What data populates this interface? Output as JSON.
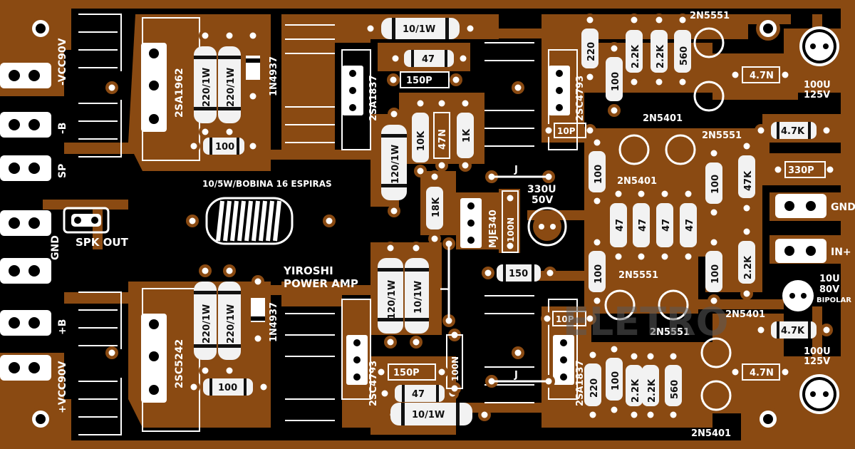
{
  "board": {
    "title_line1": "YIROSHI",
    "title_line2": "POWER AMP",
    "coil_label": "10/5W/BOBINA 16 ESPIRAS",
    "connectors": {
      "vcc_neg": "-VCC90V",
      "b_neg": "-B",
      "sp": "SP",
      "gnd_left": "GND",
      "spk_out": "SPK OUT",
      "b_pos": "+B",
      "vcc_pos": "+VCC90V",
      "gnd_right": "GND",
      "in_pos": "IN+"
    },
    "transistors": {
      "out_top": "2SA1962",
      "out_bottom": "2SC5242",
      "drv_top": "2SA1837",
      "drv_bottom": "2SC4793",
      "pre_top": "2SC4793",
      "pre_bottom": "2SA1837",
      "vbe": "MJE340",
      "small": [
        "2N5551",
        "2N5401",
        "2N5551",
        "2N5401",
        "2N5551",
        "2N5401",
        "2N5551",
        "2N5401"
      ]
    },
    "diodes": {
      "d1": "1N4937",
      "d2": "1N4937"
    },
    "resistors": {
      "r220_1w": "220/1W",
      "r100": "100",
      "r10_1w": "10/1W",
      "r47": "47",
      "r120_1w": "120/1W",
      "r10k": "10K",
      "r1k": "1K",
      "r18k": "18K",
      "r150": "150",
      "r220": "220",
      "r2k2": "2.2K",
      "r560": "560",
      "r4k7": "4.7K",
      "r47k": "47K"
    },
    "capacitors": {
      "c150p": "150P",
      "c47n": "47N",
      "c10p": "10P",
      "c100n": "100N",
      "c330u": "330U",
      "c330u_v": "50V",
      "c4n7": "4.7N",
      "c330p": "330P",
      "c100u": "100U",
      "c100u_v": "125V",
      "c10u": "10U",
      "c10u_v": "80V",
      "c10u_t": "BIPOLAR"
    },
    "jumper": "J",
    "watermark": "ELETRO"
  },
  "colors": {
    "copper": "#8a4a12",
    "background": "#000000",
    "silkscreen": "#ffffff",
    "resistor_body": "#f2f2f2",
    "resistor_band": "#111111",
    "watermark": "#5a5a5a"
  }
}
